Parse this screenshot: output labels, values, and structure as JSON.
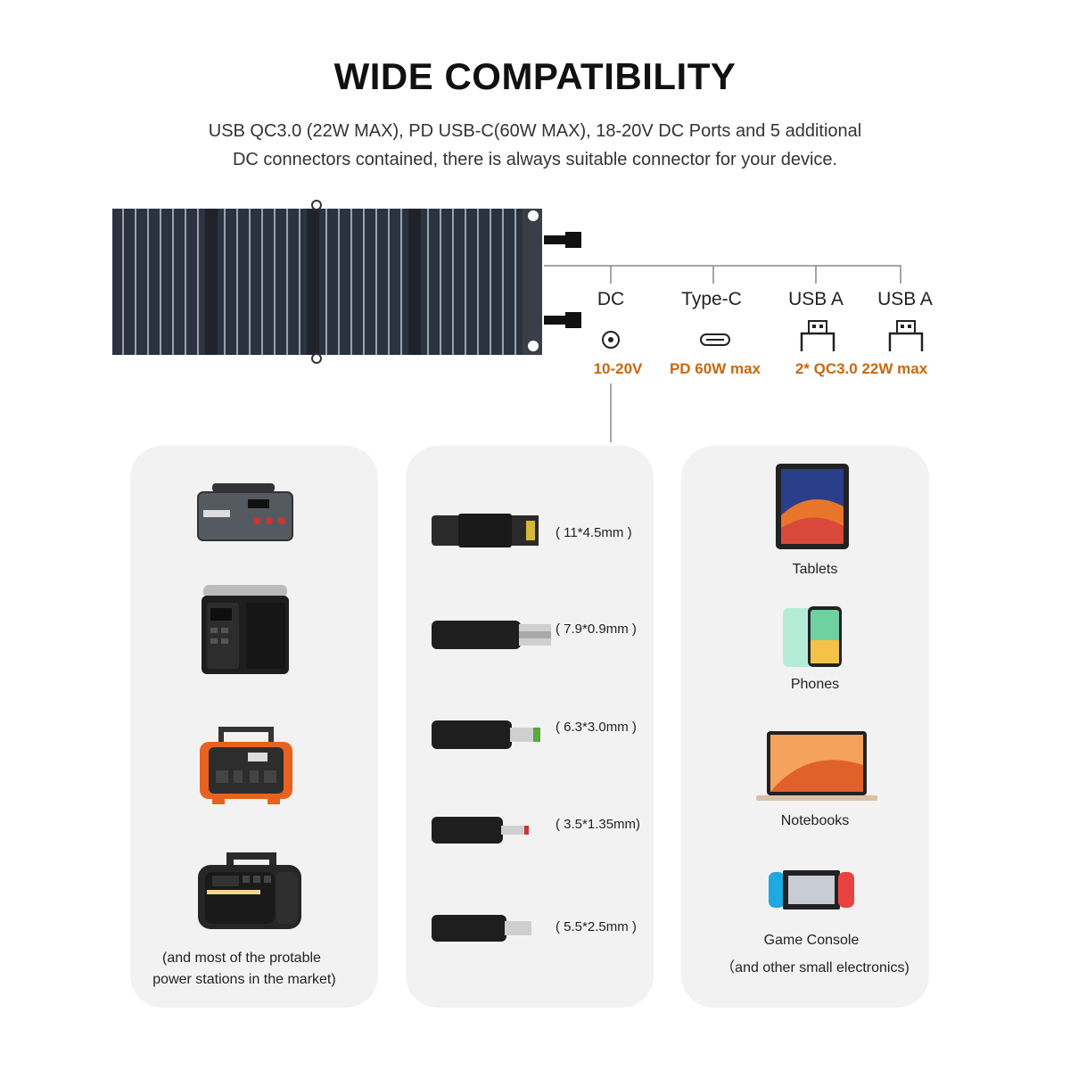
{
  "header": {
    "title": "WIDE COMPATIBILITY",
    "subtitle_line1": "USB QC3.0 (22W MAX), PD USB-C(60W MAX), 18-20V DC Ports and 5 additional",
    "subtitle_line2": "DC connectors contained, there is always suitable connector  for your device."
  },
  "ports": [
    {
      "label": "DC",
      "spec": "10-20V",
      "icon": "dc-port-icon"
    },
    {
      "label": "Type-C",
      "spec": "PD 60W max",
      "icon": "usb-c-port-icon"
    },
    {
      "label": "USB A",
      "spec": "",
      "icon": "usb-a-port-icon"
    },
    {
      "label": "USB A",
      "spec": "",
      "icon": "usb-a-port-icon"
    }
  ],
  "usb_a_spec": "2* QC3.0 22W max",
  "left_card": {
    "caption_line1": "(and most of the protable",
    "caption_line2": "power stations in the market)"
  },
  "connectors": [
    {
      "label": "( 11*4.5mm )"
    },
    {
      "label": "( 7.9*0.9mm )"
    },
    {
      "label": "( 6.3*3.0mm )"
    },
    {
      "label": "( 3.5*1.35mm)"
    },
    {
      "label": "( 5.5*2.5mm )"
    }
  ],
  "devices": {
    "tablets": "Tablets",
    "phones": "Phones",
    "notebooks": "Notebooks",
    "console_line1": "Game Console",
    "console_line2": "（and other small electronics)"
  },
  "colors": {
    "accent": "#c9680e",
    "card_bg": "#f2f2f2",
    "panel": "#2c3340",
    "orange_station": "#e8621f"
  }
}
